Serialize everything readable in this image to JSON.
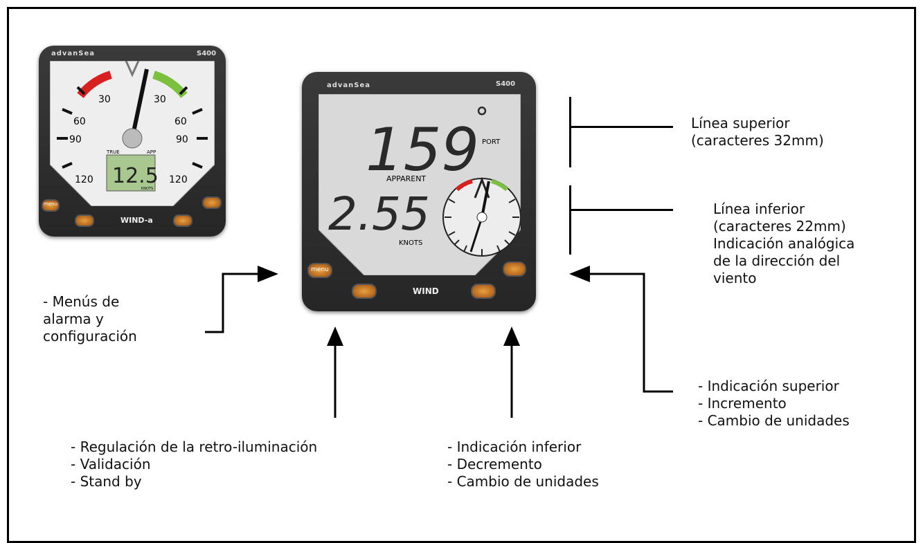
{
  "left_instrument": {
    "brand": "advanSea",
    "model": "S400",
    "name": "WIND-a",
    "menu_label": "menu",
    "scale_labels": [
      "30",
      "60",
      "90",
      "120",
      "30",
      "60",
      "90",
      "120"
    ],
    "true_label": "TRUE",
    "app_label": "APP",
    "digital_value": "12.5",
    "unit": "KNOTS"
  },
  "right_instrument": {
    "brand": "advanSea",
    "model": "S400",
    "name": "WIND",
    "menu_label": "menu",
    "top_value": "159",
    "degree_symbol": "°",
    "port_label": "PORT",
    "apparent_label": "APPARENT",
    "bottom_value": "2.55",
    "unit": "KNOTS"
  },
  "callouts": {
    "top_line": [
      "Línea superior",
      "(caracteres 32mm)"
    ],
    "bottom_line": [
      "Línea inferior",
      "(caracteres 22mm)",
      "Indicación analógica",
      "de la dirección del",
      "viento"
    ],
    "menu_button": [
      "- Menús de",
      "alarma y",
      "configuración"
    ],
    "light_button": [
      "- Regulación de la retro-iluminación",
      "- Validación",
      "- Stand by"
    ],
    "down_button": [
      "- Indicación inferior",
      "- Decremento",
      "- Cambio de unidades"
    ],
    "up_button": [
      "- Indicación superior",
      "- Incremento",
      "- Cambio de unidades"
    ]
  },
  "colors": {
    "red_sector": "#d92020",
    "green_sector": "#7cc040",
    "button": "#d07020"
  }
}
